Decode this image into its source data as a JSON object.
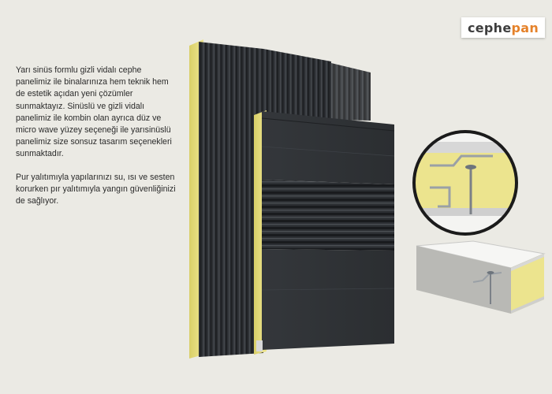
{
  "brand": {
    "part1": "cephe",
    "part2": "pan",
    "color_dark": "#3e3e3e",
    "color_accent": "#e5822a"
  },
  "description": {
    "paragraph1": "Yarı sinüs formlu gizli vidalı cephe panelimiz ile binalarınıza hem teknik hem de estetik açıdan yeni çözümler sunmaktayız. Sinüslü ve gizli vidalı panelimiz ile kombin olan ayrıca düz ve micro wave yüzey seçeneği ile  yarısinüslü panelimiz size sonsuz tasarım seçenekleri sunmaktadır.",
    "paragraph2": "Pur  yalıtımıyla yapılarınızı su, ısı ve sesten korurken pır yalıtımıyla yangın güvenliğinizi de sağlıyor."
  },
  "colors": {
    "background": "#ebeae4",
    "panel_dark": "#2f3236",
    "insulation": "#e6dc7a"
  }
}
